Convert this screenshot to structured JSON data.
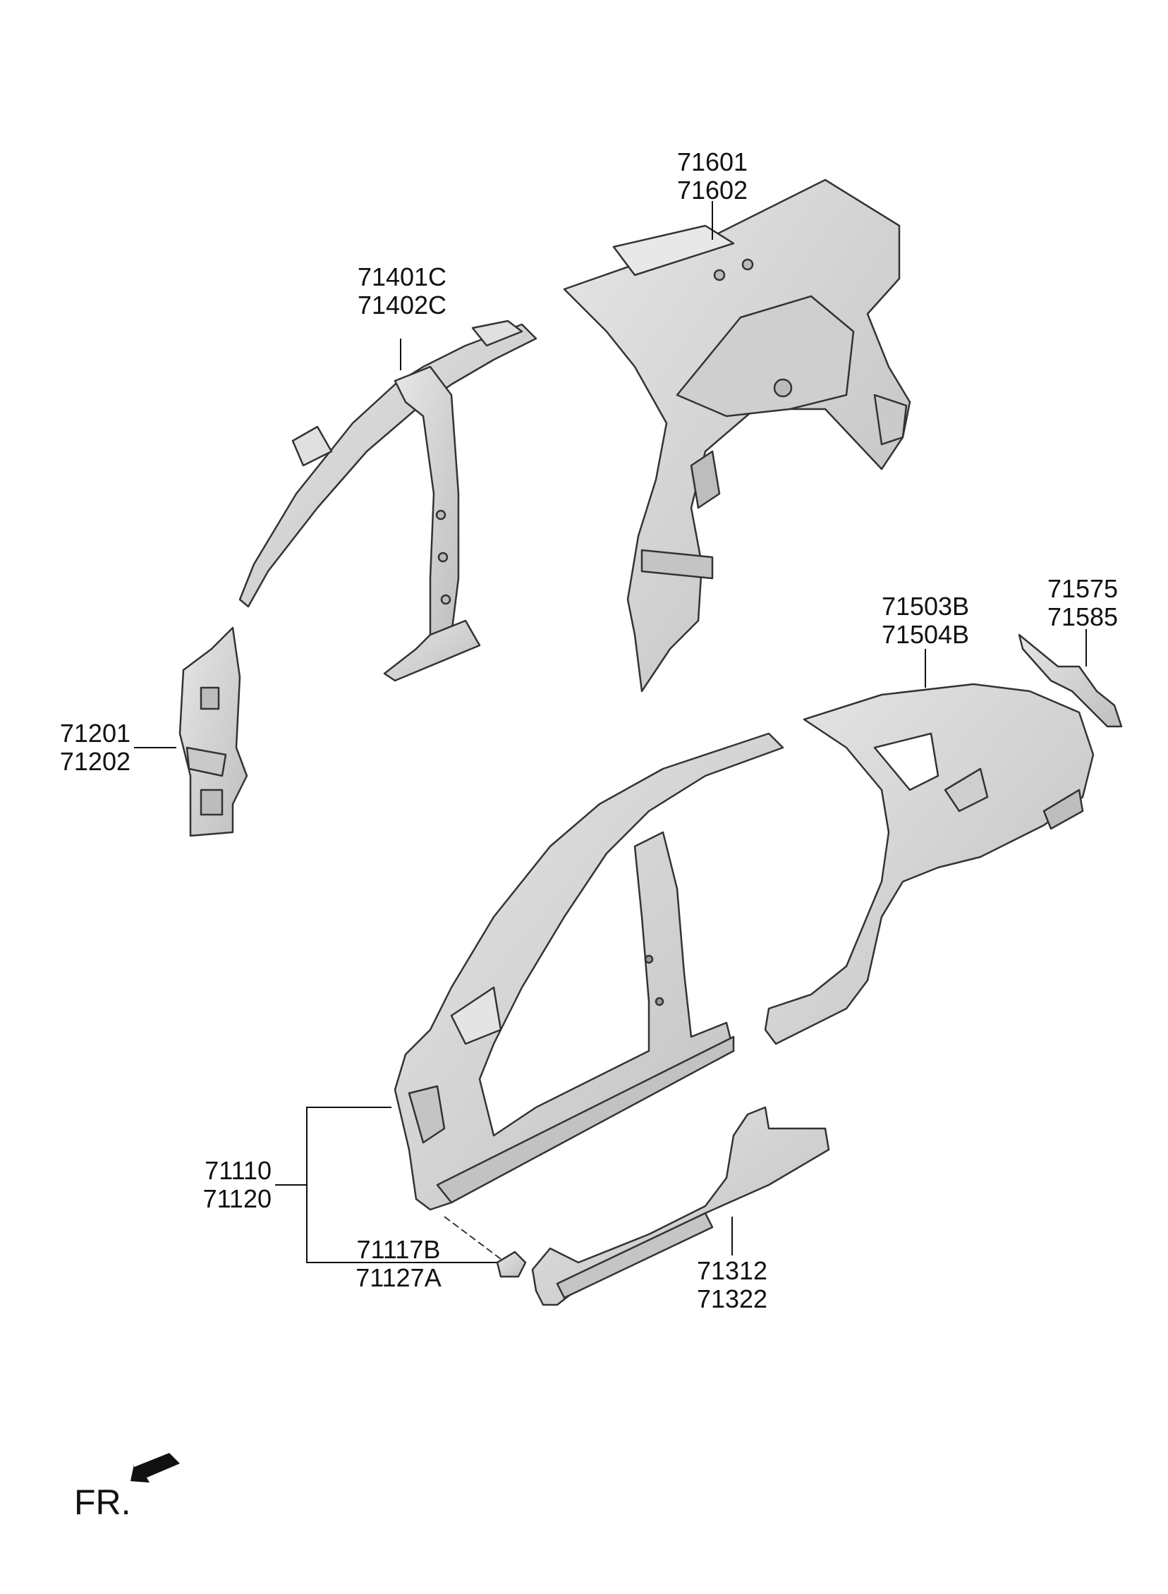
{
  "callouts": {
    "c71601": {
      "line1": "71601",
      "line2": "71602"
    },
    "c71401": {
      "line1": "71401C",
      "line2": "71402C"
    },
    "c71201": {
      "line1": "71201",
      "line2": "71202"
    },
    "c71503": {
      "line1": "71503B",
      "line2": "71504B"
    },
    "c71575": {
      "line1": "71575",
      "line2": "71585"
    },
    "c71110": {
      "line1": "71110",
      "line2": "71120"
    },
    "c71117": {
      "line1": "71117B",
      "line2": "71127A"
    },
    "c71312": {
      "line1": "71312",
      "line2": "71322"
    }
  },
  "direction": {
    "label": "FR."
  },
  "colors": {
    "part_fill": "#d6d6d6",
    "part_stroke": "#333333",
    "leader": "#111111",
    "text": "#111111"
  }
}
